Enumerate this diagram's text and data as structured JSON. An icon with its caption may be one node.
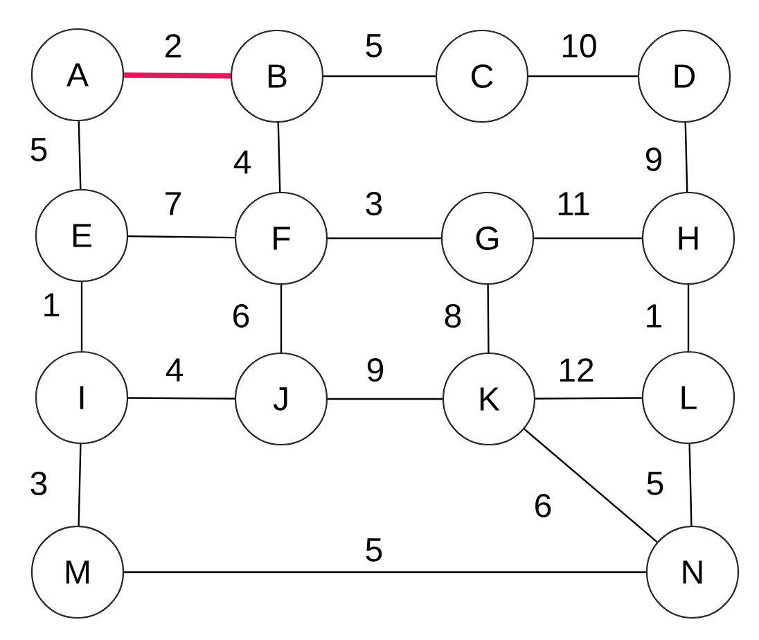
{
  "diagram": {
    "nodes": [
      {
        "text": [
          "A"
        ]
      },
      {
        "text": [
          "B"
        ]
      },
      {
        "text": [
          "C"
        ]
      },
      {
        "text": [
          "D"
        ]
      },
      {
        "text": [
          "E"
        ]
      },
      {
        "text": [
          "F"
        ]
      },
      {
        "text": [
          "G"
        ]
      },
      {
        "text": [
          "H"
        ]
      },
      {
        "text": [
          "I"
        ]
      },
      {
        "text": [
          "J"
        ]
      },
      {
        "text": [
          "K"
        ]
      },
      {
        "text": [
          "L"
        ]
      },
      {
        "text": [
          "M"
        ]
      },
      {
        "text": [
          "N"
        ]
      }
    ],
    "edges": [
      {
        "from": 0,
        "to": 1,
        "arrow": "none",
        "label": "2",
        "style": "thick",
        "color": "#e6175c"
      },
      {
        "from": 1,
        "to": 2,
        "arrow": "none",
        "label": "5"
      },
      {
        "from": 2,
        "to": 3,
        "arrow": "none",
        "label": "10"
      },
      {
        "from": 0,
        "to": 4,
        "arrow": "none",
        "label": "5"
      },
      {
        "from": 1,
        "to": 5,
        "arrow": "none",
        "label": "4"
      },
      {
        "from": 4,
        "to": 5,
        "arrow": "none",
        "label": "7"
      },
      {
        "from": 5,
        "to": 6,
        "arrow": "none",
        "label": "3"
      },
      {
        "from": 6,
        "to": 7,
        "arrow": "none",
        "label": "11"
      },
      {
        "from": 3,
        "to": 7,
        "arrow": "none",
        "label": "9"
      },
      {
        "from": 4,
        "to": 8,
        "arrow": "none",
        "label": "1"
      },
      {
        "from": 5,
        "to": 9,
        "arrow": "none",
        "label": "6"
      },
      {
        "from": 6,
        "to": 10,
        "arrow": "none",
        "label": "8"
      },
      {
        "from": 7,
        "to": 11,
        "arrow": "none",
        "label": "1"
      },
      {
        "from": 8,
        "to": 9,
        "arrow": "none",
        "label": "4"
      },
      {
        "from": 9,
        "to": 10,
        "arrow": "none",
        "label": "9"
      },
      {
        "from": 10,
        "to": 11,
        "arrow": "none",
        "label": "12"
      },
      {
        "from": 8,
        "to": 12,
        "arrow": "none",
        "label": "3"
      },
      {
        "from": 10,
        "to": 13,
        "arrow": "none",
        "label": "6"
      },
      {
        "from": 11,
        "to": 13,
        "arrow": "none",
        "label": "5"
      },
      {
        "from": 12,
        "to": 13,
        "arrow": "none",
        "label": "5"
      }
    ]
  }
}
